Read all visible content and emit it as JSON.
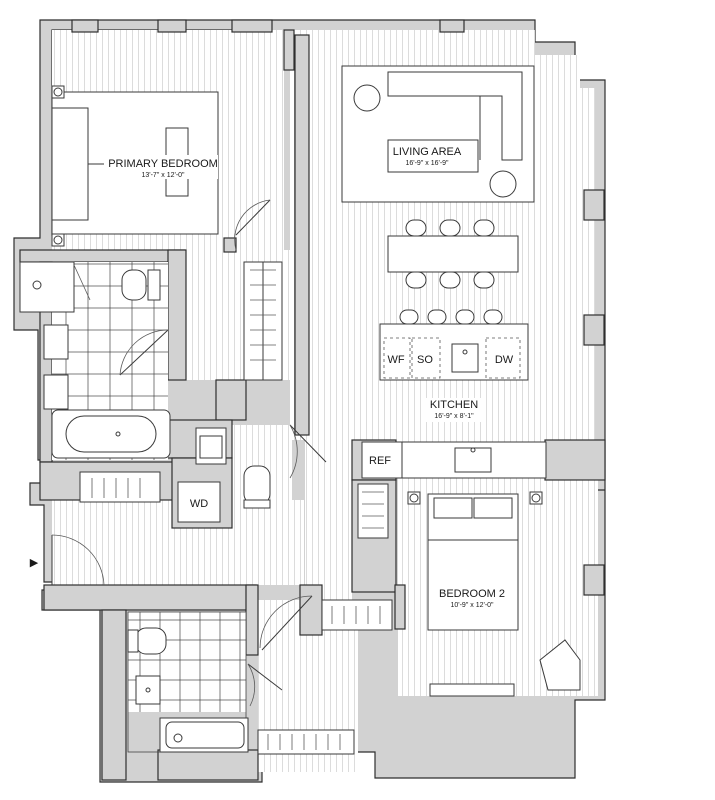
{
  "rooms": {
    "primary_bedroom": {
      "name": "PRIMARY BEDROOM",
      "dims": "13'-7\" x 12'-0\""
    },
    "living_area": {
      "name": "LIVING AREA",
      "dims": "16'-9\" x 16'-9\""
    },
    "kitchen": {
      "name": "KITCHEN",
      "dims": "16'-9\" x 8'-1\""
    },
    "bedroom_2": {
      "name": "BEDROOM 2",
      "dims": "10'-9\" x 12'-0\""
    }
  },
  "appliances": {
    "wine_fridge": "WF",
    "speed_oven": "SO",
    "dishwasher": "DW",
    "refrigerator": "REF",
    "washer_dryer": "WD"
  },
  "entry_marker": "▶",
  "colors": {
    "wall": "#d2d2d2",
    "line": "#3a3a3a",
    "hatch": "#9c9c9c"
  }
}
